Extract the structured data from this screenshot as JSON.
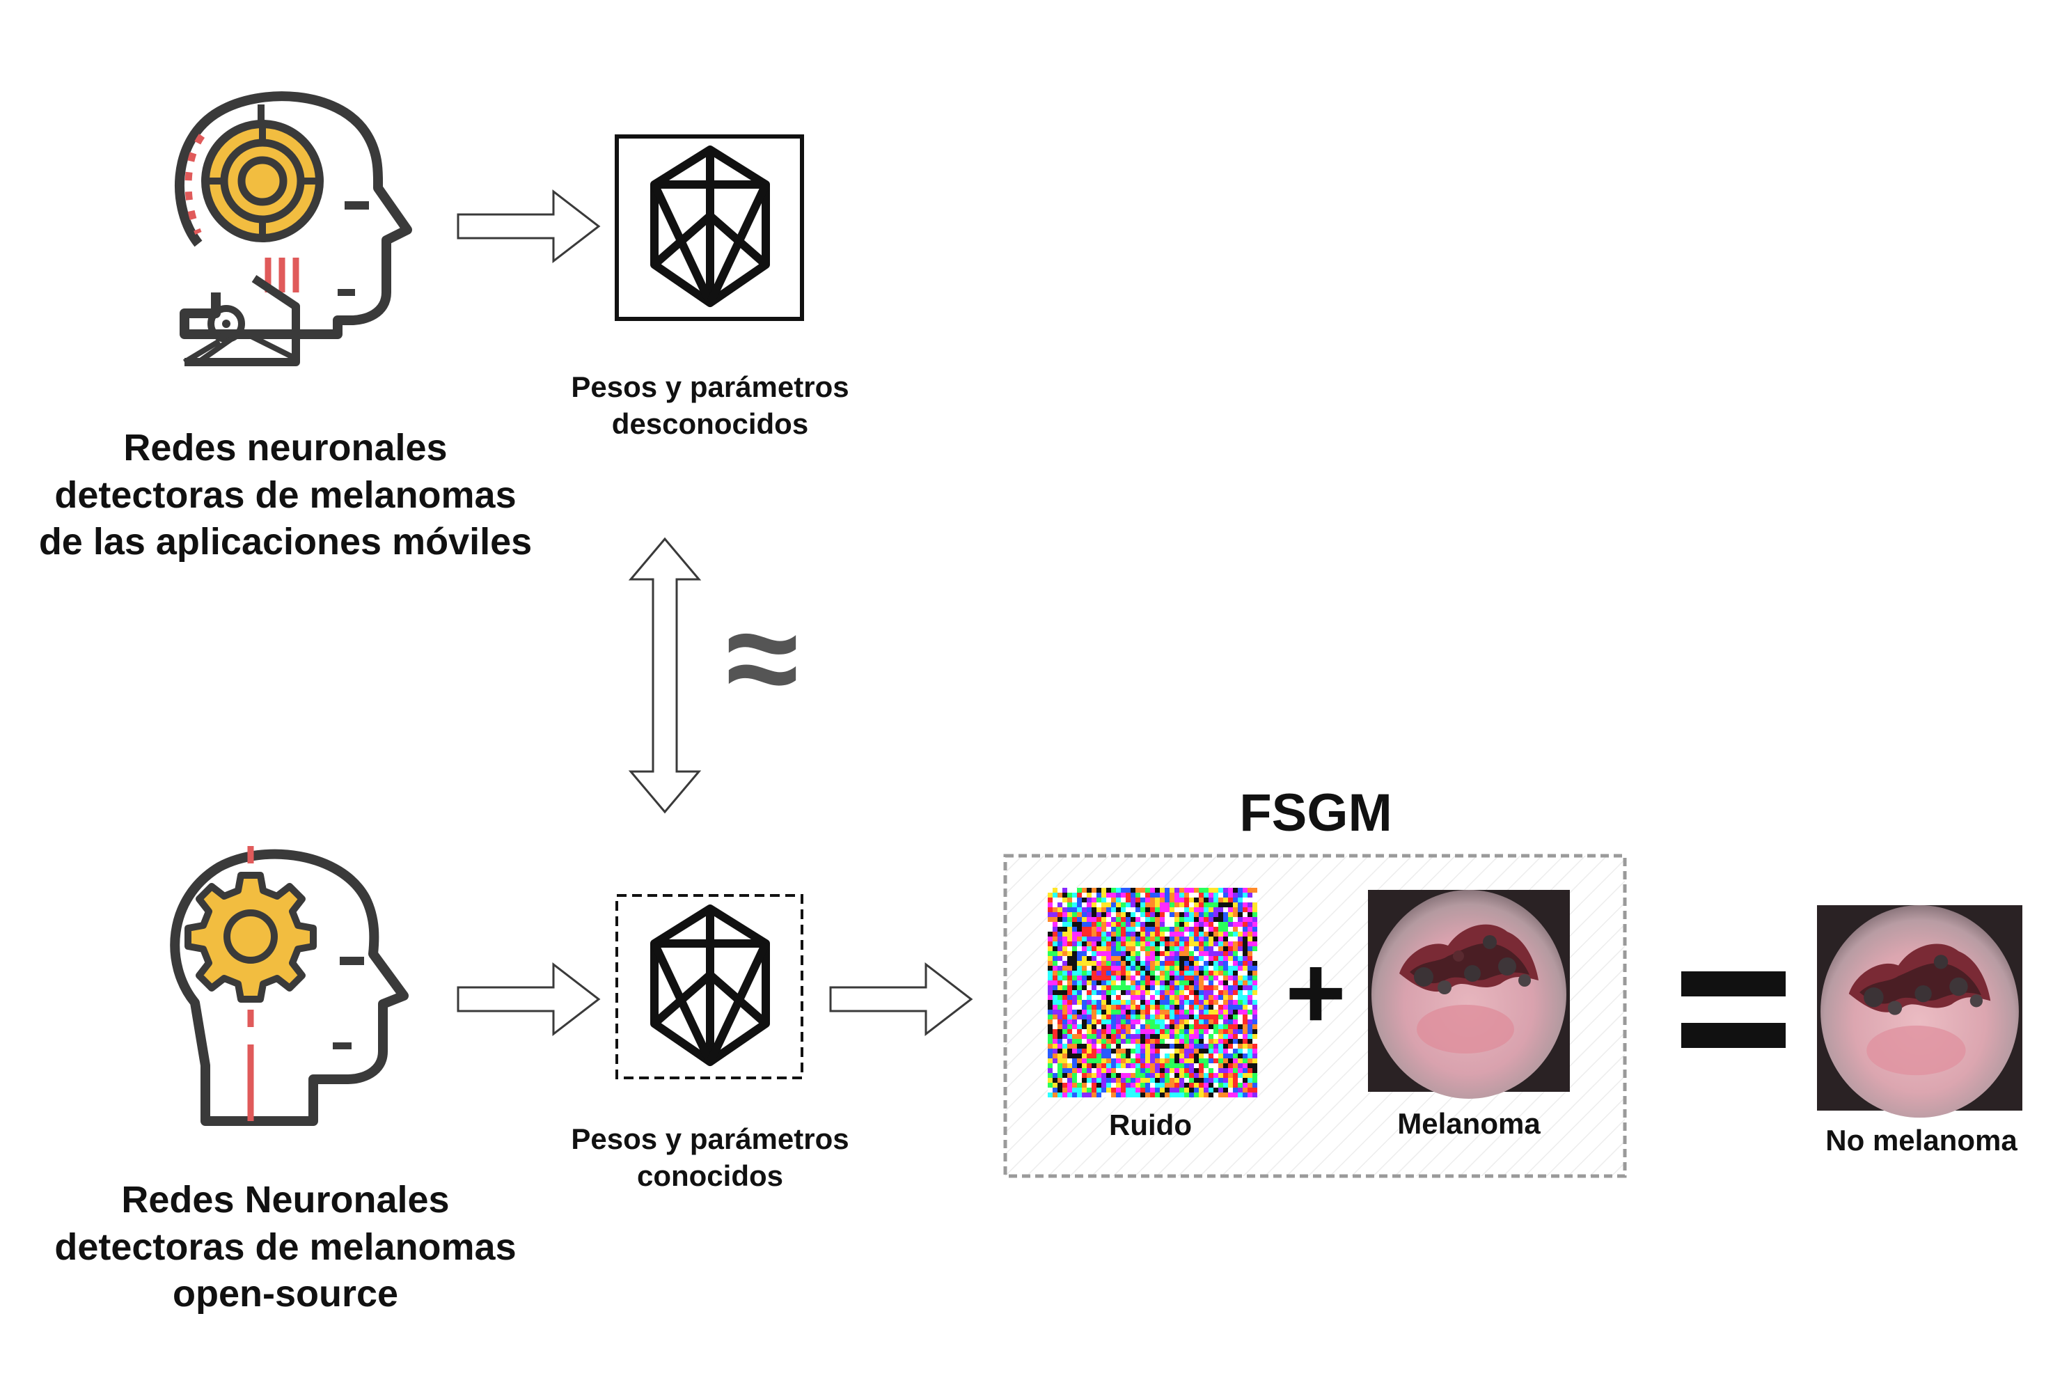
{
  "top": {
    "network_label": [
      "Redes neuronales",
      "detectoras de melanomas",
      "de las aplicaciones móviles"
    ],
    "params_label": [
      "Pesos y parámetros",
      "desconocidos"
    ]
  },
  "middle": {
    "approx_symbol": "≈"
  },
  "bottom": {
    "network_label": [
      "Redes Neuronales",
      "detectoras de melanomas",
      "open-source"
    ],
    "params_label": [
      "Pesos y parámetros",
      "conocidos"
    ]
  },
  "fsgm": {
    "title": "FSGM",
    "noise_label": "Ruido",
    "plus_symbol": "+",
    "melanoma_label": "Melanoma"
  },
  "result": {
    "label": "No melanoma"
  },
  "colors": {
    "outline": "#3a3a3a",
    "accent_yellow": "#f2bd40",
    "accent_red": "#e05a5a",
    "dash_box": "#9a9a9a"
  },
  "icons": {
    "top_head": "robot-head-icon",
    "bottom_head": "gear-head-icon",
    "model": "polyhedron-model-icon"
  }
}
